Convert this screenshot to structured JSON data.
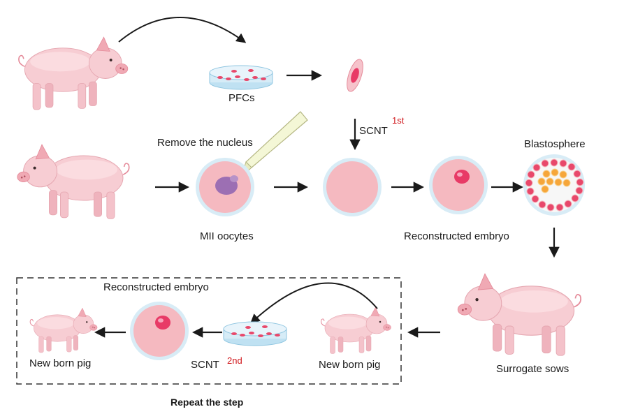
{
  "labels": {
    "pfcs": "PFCs",
    "scnt_first": "SCNT",
    "scnt_first_sup": "1st",
    "remove_nucleus": "Remove the nucleus",
    "blastosphere": "Blastosphere",
    "mii_oocytes": "MII oocytes",
    "reconstructed_embryo_top": "Reconstructed embryo",
    "reconstructed_embryo_box": "Reconstructed embryo",
    "new_born_pig_left": "New born pig",
    "scnt_second": "SCNT",
    "scnt_second_sup": "2nd",
    "new_born_pig_right": "New born pig",
    "surrogate_sows": "Surrogate sows",
    "repeat_step": "Repeat the step"
  },
  "colors": {
    "pig_light": "#f7cdd3",
    "pig_mid": "#f0a9b4",
    "pig_dark": "#e58b9a",
    "cell_fill": "#f5b9c0",
    "cell_ring": "#cfe6f2",
    "nucleus": "#e83a66",
    "removed_nucleus": "#9c6fb3",
    "label_red": "#d0161b",
    "arrow": "#1a1a1a"
  },
  "icons": [
    "pig-icon",
    "petri-dish-icon",
    "cell-icon",
    "pipette-icon",
    "blastosphere-icon"
  ]
}
